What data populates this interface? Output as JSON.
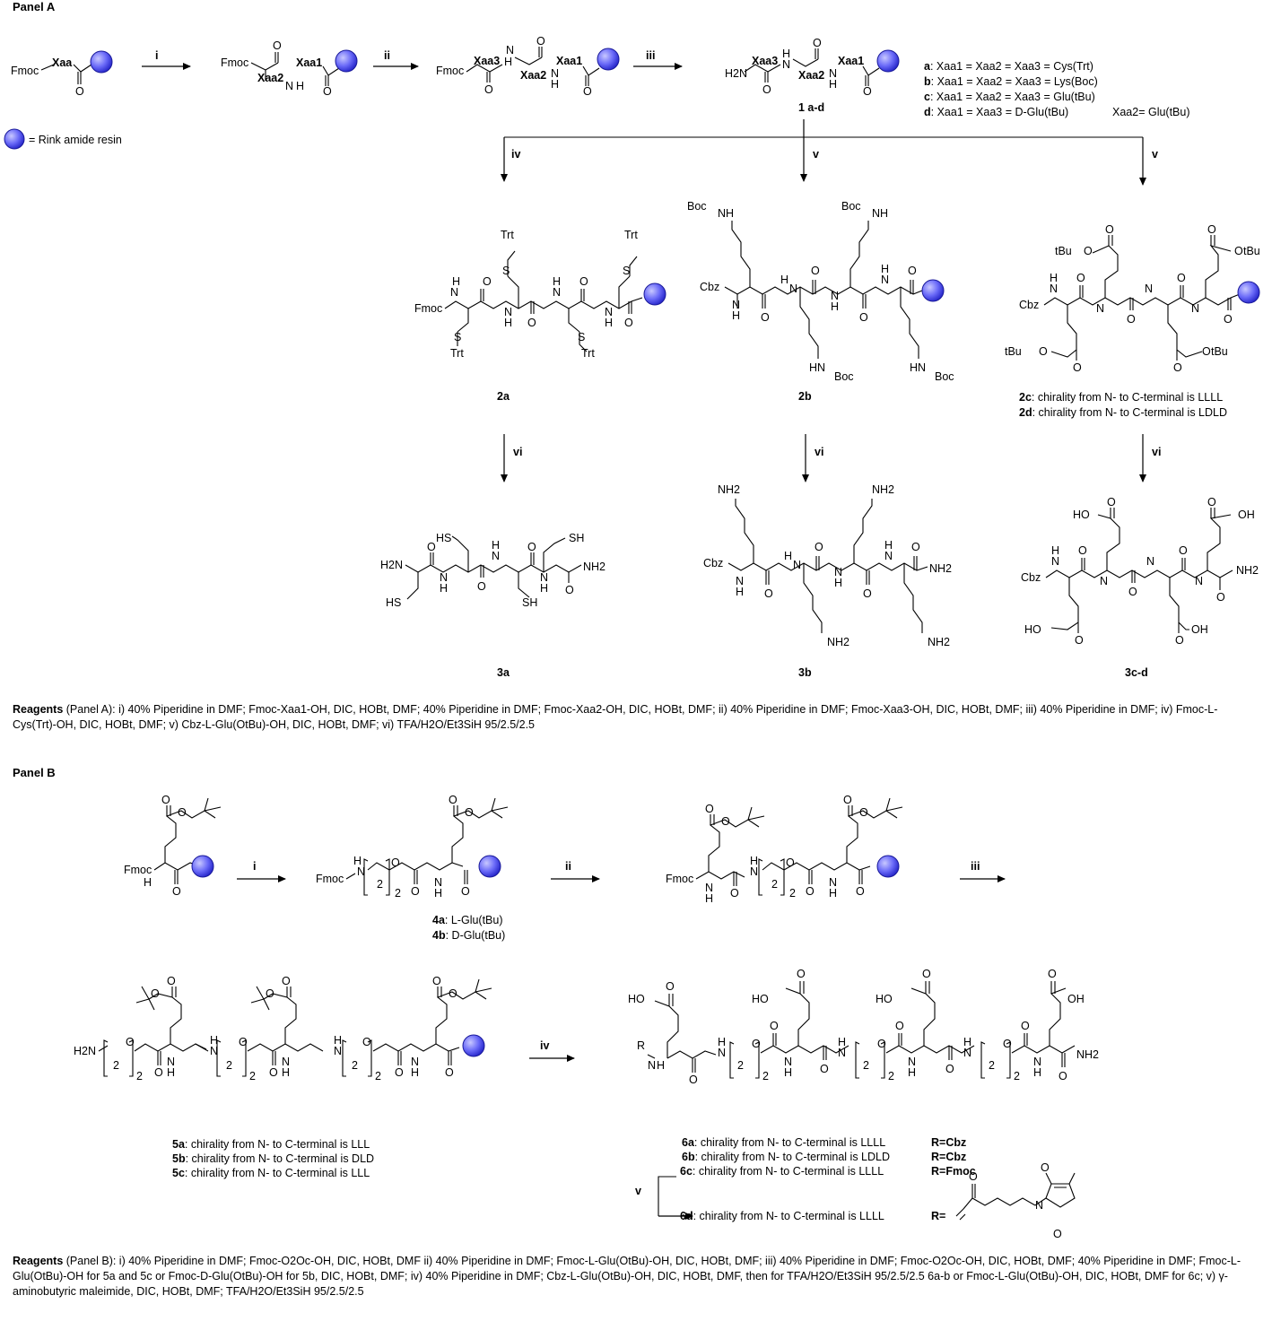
{
  "panel_a": {
    "title": "Panel A",
    "resin_legend": "= Rink amide resin",
    "step_labels": {
      "i": "i",
      "ii": "ii",
      "iii": "iii",
      "iv": "iv",
      "v": "v",
      "vi": "vi"
    },
    "sm": {
      "fmoc": "Fmoc",
      "xaa": "Xaa"
    },
    "int1": {
      "fmoc": "Fmoc",
      "xaa2": "Xaa2",
      "xaa1": "Xaa1"
    },
    "int2": {
      "fmoc": "Fmoc",
      "xaa3": "Xaa3",
      "xaa2": "Xaa2",
      "xaa1": "Xaa1"
    },
    "cmpd1": {
      "h2n": "H2N",
      "xaa3": "Xaa3",
      "xaa2": "Xaa2",
      "xaa1": "Xaa1",
      "label": "1 a-d"
    },
    "variants": [
      {
        "key": "a",
        "text": ": Xaa1 = Xaa2 = Xaa3 = Cys(Trt)"
      },
      {
        "key": "b",
        "text": ": Xaa1 = Xaa2 = Xaa3 = Lys(Boc)"
      },
      {
        "key": "c",
        "text": ": Xaa1 = Xaa2 = Xaa3 = Glu(tBu)"
      },
      {
        "key": "d",
        "text": ": Xaa1 = Xaa3 = D-Glu(tBu)"
      }
    ],
    "variant_d_extra": "Xaa2= Glu(tBu)",
    "labels": {
      "c2a": "2a",
      "c2b": "2b",
      "c3a": "3a",
      "c3b": "3b",
      "c3cd": "3c-d"
    },
    "c2cd": [
      {
        "key": "2c",
        "text": ": chirality from N- to C-terminal is LLLL"
      },
      {
        "key": "2d",
        "text": ": chirality from N- to C-terminal is LDLD"
      }
    ],
    "groups": {
      "fmoc": "Fmoc",
      "cbz": "Cbz",
      "trt": "Trt",
      "boc": "Boc",
      "tbu": "tBu",
      "nh2": "NH2",
      "h2n": "H2N",
      "sh": "SH",
      "hs": "HS",
      "ho": "HO",
      "oh": "OH",
      "n": "N",
      "h": "H",
      "s": "S",
      "o": "O",
      "hn": "HN",
      "nh": "NH"
    }
  },
  "reagents_a": {
    "head": "Reagents",
    "text": " (Panel A): i) 40% Piperidine in DMF; Fmoc-Xaa1-OH, DIC, HOBt, DMF; 40% Piperidine in DMF; Fmoc-Xaa2-OH, DIC, HOBt, DMF; ii) 40% Piperidine in DMF; Fmoc-Xaa3-OH, DIC, HOBt, DMF; iii) 40% Piperidine in DMF; iv) Fmoc-L-Cys(Trt)-OH, DIC, HOBt, DMF; v) Cbz-L-Glu(OtBu)-OH, DIC, HOBt, DMF; vi) TFA/H2O/Et3SiH 95/2.5/2.5"
  },
  "panel_b": {
    "title": "Panel B",
    "labels_4": [
      {
        "key": "4a",
        "text": ": L-Glu(tBu)"
      },
      {
        "key": "4b",
        "text": ": D-Glu(tBu)"
      }
    ],
    "labels_5": [
      {
        "key": "5a",
        "text": ": chirality from N- to C-terminal is LLL"
      },
      {
        "key": "5b",
        "text": ": chirality from N- to C-terminal is DLD"
      },
      {
        "key": "5c",
        "text": ": chirality from N- to C-terminal is LLL"
      }
    ],
    "labels_6": [
      {
        "key": "6a",
        "text": ": chirality from N- to C-terminal is LLLL",
        "r": "R=Cbz"
      },
      {
        "key": "6b",
        "text": ": chirality from N- to C-terminal is LDLD",
        "r": "R=Cbz"
      },
      {
        "key": "6c",
        "text": ": chirality from N- to C-terminal is LLLL",
        "r": "R=Fmoc"
      },
      {
        "key": "6d",
        "text": ": chirality from N- to C-terminal is LLLL",
        "r": "R="
      }
    ],
    "r_label": "R"
  },
  "reagents_b": {
    "head": "Reagents",
    "text": " (Panel B): i) 40% Piperidine in DMF; Fmoc-O2Oc-OH, DIC, HOBt, DMF ii) 40% Piperidine in DMF; Fmoc-L-Glu(OtBu)-OH, DIC, HOBt, DMF; iii) 40% Piperidine in DMF; Fmoc-O2Oc-OH, DIC, HOBt, DMF; 40% Piperidine in DMF; Fmoc-L-Glu(OtBu)-OH for 5a and 5c or Fmoc-D-Glu(OtBu)-OH for 5b, DIC, HOBt, DMF; iv) 40% Piperidine in DMF; Cbz-L-Glu(OtBu)-OH, DIC, HOBt, DMF, then for TFA/H2O/Et3SiH 95/2.5/2.5 6a-b or Fmoc-L-Glu(OtBu)-OH, DIC, HOBt, DMF for 6c; v) γ-aminobutyric maleimide, DIC, HOBt, DMF; TFA/H2O/Et3SiH 95/2.5/2.5"
  },
  "colors": {
    "resin": "#5b5bf5",
    "ink": "#000000"
  }
}
